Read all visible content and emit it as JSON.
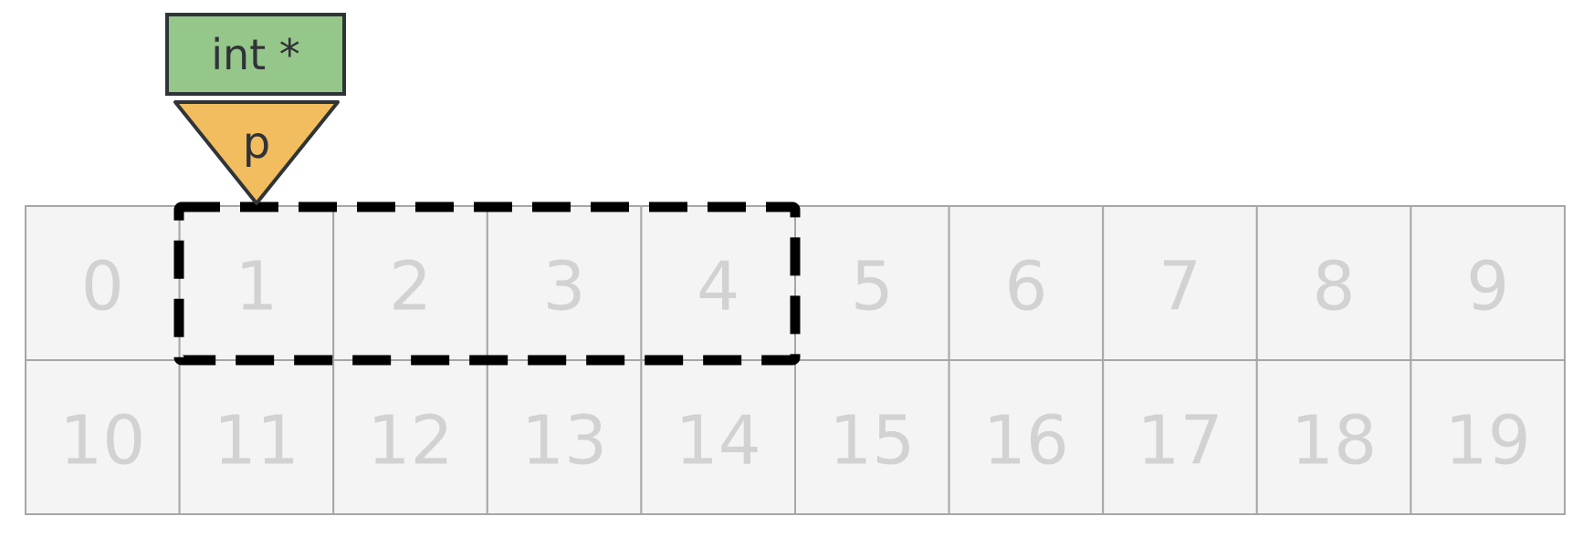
{
  "pointer": {
    "type_label": "int *",
    "name": "p"
  },
  "memory": {
    "rows": [
      [
        "0",
        "1",
        "2",
        "3",
        "4",
        "5",
        "6",
        "7",
        "8",
        "9"
      ],
      [
        "10",
        "11",
        "12",
        "13",
        "14",
        "15",
        "16",
        "17",
        "18",
        "19"
      ]
    ],
    "highlight_start": 1,
    "highlight_count": 4
  },
  "colors": {
    "type_box": "#96c78a",
    "pointer": "#f2bd5e",
    "cell_fill": "#f4f4f4",
    "cell_border": "#a6a6a6",
    "cell_text": "#d2d2d2",
    "highlight": "#000000"
  }
}
